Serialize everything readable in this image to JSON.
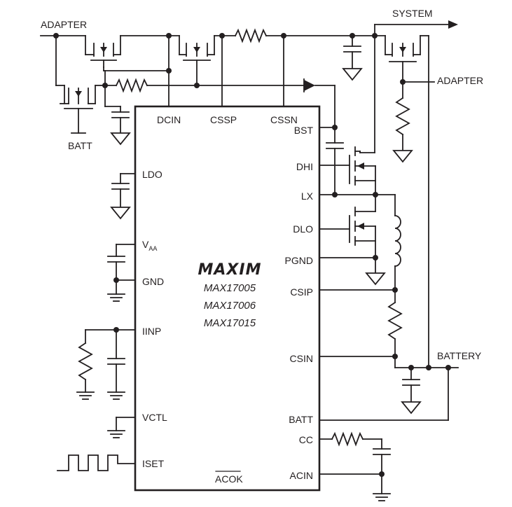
{
  "external_labels": {
    "adapter_in": "ADAPTER",
    "system": "SYSTEM",
    "adapter_sense": "ADAPTER",
    "batt_left": "BATT",
    "battery": "BATTERY"
  },
  "chip": {
    "logo": "MAXIM",
    "part_numbers": [
      "MAX17005",
      "MAX17006",
      "MAX17015"
    ],
    "pins_top": [
      "DCIN",
      "CSSP",
      "CSSN"
    ],
    "pins_left": [
      "LDO",
      "V",
      "GND",
      "IINP",
      "VCTL",
      "ISET"
    ],
    "vaa_subscript": "AA",
    "pins_right": [
      "BST",
      "DHI",
      "LX",
      "DLO",
      "PGND",
      "CSIP",
      "CSIN",
      "BATT",
      "CC",
      "ACIN"
    ],
    "pin_bottom": "ACOK"
  }
}
